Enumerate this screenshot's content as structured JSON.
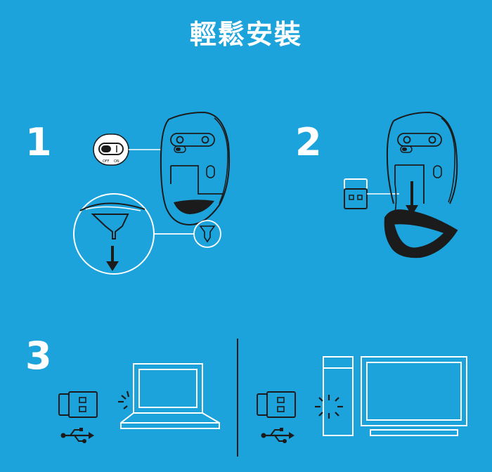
{
  "title": "輕鬆安裝",
  "steps": [
    {
      "number": "1"
    },
    {
      "number": "2"
    },
    {
      "number": "3"
    }
  ],
  "switch": {
    "off_label": "OFF",
    "on_label": "ON"
  },
  "colors": {
    "background": "#1ca3dc",
    "line": "#1b1b1b",
    "accent": "#ffffff"
  },
  "icons": [
    "mouse-icon",
    "usb-receiver-icon",
    "usb-symbol-icon",
    "laptop-icon",
    "desktop-pc-icon",
    "arrow-down-icon",
    "power-switch-icon"
  ]
}
